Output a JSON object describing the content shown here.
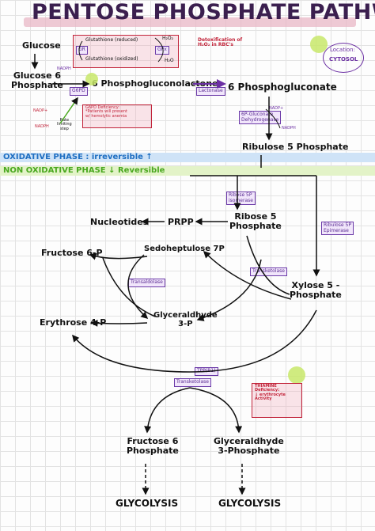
{
  "title": "PENTOSE PHOSPHATE PATHWAY",
  "location": {
    "label": "Location:",
    "value": "CYTOSOL"
  },
  "phases": {
    "oxidative": "OXIDATIVE PHASE : irreversible ↑",
    "non_oxidative": "NON OXIDATIVE PHASE ↓ Reversible"
  },
  "molecules": {
    "glucose": "Glucose",
    "glucose6p": "Glucose 6\nPhosphate",
    "phosphogluconolactone": "6 Phosphogluconolactone",
    "phosphogluconate": "6 Phosphogluconate",
    "ribulose5p": "Ribulose 5 Phosphate",
    "ribose5p": "Ribose 5\nPhosphate",
    "prpp": "PRPP",
    "nucleotides": "Nucleotides",
    "xylose5p": "Xylose 5 -\nPhosphate",
    "fructose6p": "Fructose 6-P",
    "sedoheptulose7p": "Sedoheptulose 7P",
    "erythrose4p": "Erythrose 4-P",
    "glyceraldehyde3p": "Glyceraldhyde\n3-P",
    "fructose6p_out": "Fructose 6\nPhosphate",
    "glyceraldehyde3p_out": "Glyceraldhyde\n3-Phosphate",
    "glycolysis_1": "GLYCOLYSIS",
    "glycolysis_2": "GLYCOLYSIS"
  },
  "glutathione": {
    "reduced": "Glutathione (reduced)",
    "oxidized": "Glutathione (oxidized)",
    "h2o2": "H₂O₂",
    "h2o": "H₂O",
    "note": "Detoxification of\nH₂O₂ in RBC's"
  },
  "cofactors": {
    "nadph_top": "NADPH",
    "nadp_left": "NADP+",
    "nadph_left": "NADPH",
    "nadp_right": "NADP+",
    "nadph_right": "NADPH"
  },
  "enzymes": {
    "g6pd": "G6PD",
    "gr": "GR",
    "gpx": "GPx",
    "lactonase": "Lactonase",
    "dehydrogenase": "6P-Gluconate\nDehydrogenase",
    "isomerase": "Ribose 5P\nisomerase",
    "epimerase": "Ribulose 5P\nEpimerase",
    "transketolase_1": "Transketolase",
    "transaldolase": "Transaldolase",
    "transketolase_2": "Transketolase",
    "tpp": "TPP(B1)"
  },
  "notes": {
    "g6pd_deficiency": "G6PD Deficiency:\n*Patients will present\nw/ hemolytic anemia",
    "rate_limiting": "Rate\nlimiting\nstep",
    "thiamine_deficiency": "THIAMINE\nDeficiency:\n↓ erythrocyte\nActivity"
  },
  "colors": {
    "purple": "#6b2fa3",
    "red": "#c2243a",
    "blue": "#1f6fc2",
    "green": "#4aa81f",
    "highlight": "#c8e86a"
  }
}
